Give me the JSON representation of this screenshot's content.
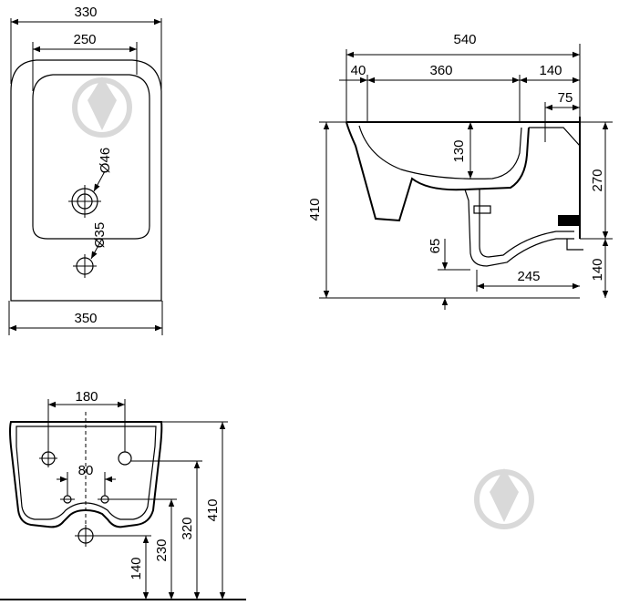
{
  "colors": {
    "line": "#000000",
    "background": "#ffffff",
    "watermark": "#d9d9d9"
  },
  "front_view": {
    "top_outer_width": "330",
    "top_inner_width": "250",
    "tap_hole_diameter": "Ø46",
    "drain_hole_diameter": "Ø35",
    "base_width": "350"
  },
  "side_view": {
    "total_depth": "540",
    "wall_offset": "40",
    "bowl_length": "360",
    "rear_section": "140",
    "fixing_offset": "75",
    "bowl_depth": "130",
    "total_height": "410",
    "rim_to_waste": "270",
    "waste_height": "140",
    "trap_drop": "65",
    "trap_to_wall": "245"
  },
  "rear_view": {
    "fixing_spacing": "180",
    "inner_spacing": "80",
    "total_height": "410",
    "upper_fixing_height": "320",
    "lower_fixing_height": "230",
    "outlet_height": "140"
  },
  "icons": [
    "watermark-drop-icon",
    "watermark-drop-icon"
  ]
}
